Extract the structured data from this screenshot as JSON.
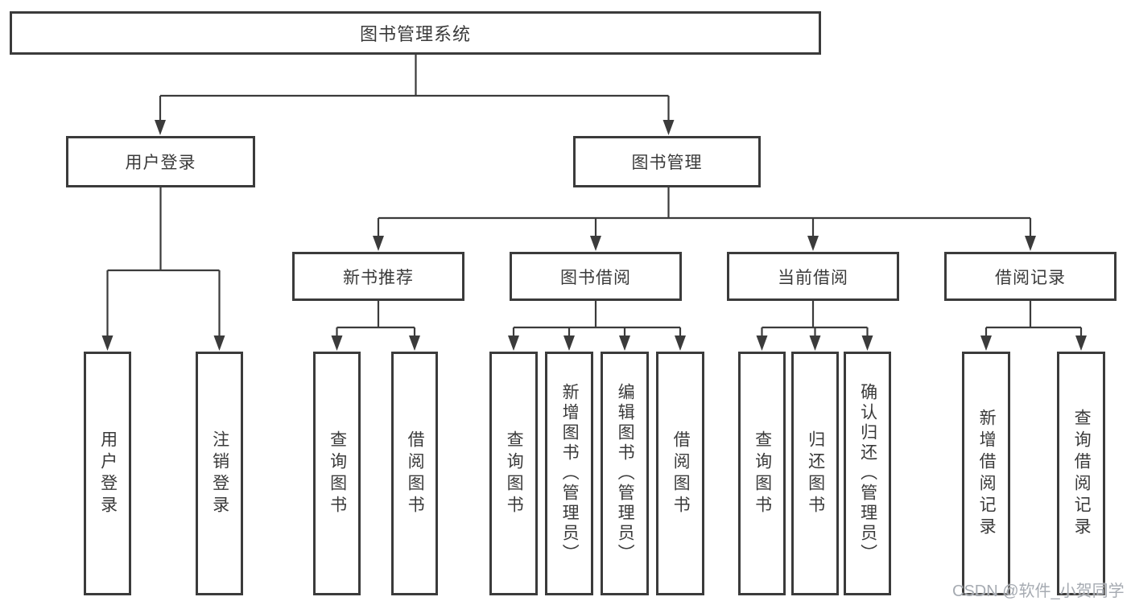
{
  "diagram": {
    "tree": {
      "label": "图书管理系统",
      "children": [
        {
          "label": "用户登录",
          "children": [
            {
              "label": "用户登录"
            },
            {
              "label": "注销登录"
            }
          ]
        },
        {
          "label": "图书管理",
          "children": [
            {
              "label": "新书推荐",
              "children": [
                {
                  "label": "查询图书"
                },
                {
                  "label": "借阅图书"
                }
              ]
            },
            {
              "label": "图书借阅",
              "children": [
                {
                  "label": "查询图书"
                },
                {
                  "label": "新增图书（管理员）"
                },
                {
                  "label": "编辑图书（管理员）"
                },
                {
                  "label": "借阅图书"
                }
              ]
            },
            {
              "label": "当前借阅",
              "children": [
                {
                  "label": "查询图书"
                },
                {
                  "label": "归还图书"
                },
                {
                  "label": "确认归还（管理员）"
                }
              ]
            },
            {
              "label": "借阅记录",
              "children": [
                {
                  "label": "新增借阅记录"
                },
                {
                  "label": "查询借阅记录"
                }
              ]
            }
          ]
        }
      ]
    },
    "colors": {
      "background": "#ffffff",
      "box_border": "#3b3b3b",
      "line": "#3b3b3b",
      "text": "#3a3a3a",
      "watermark": "#a6abb2"
    }
  },
  "watermark": {
    "text": "CSDN @软件_小贺同学"
  }
}
